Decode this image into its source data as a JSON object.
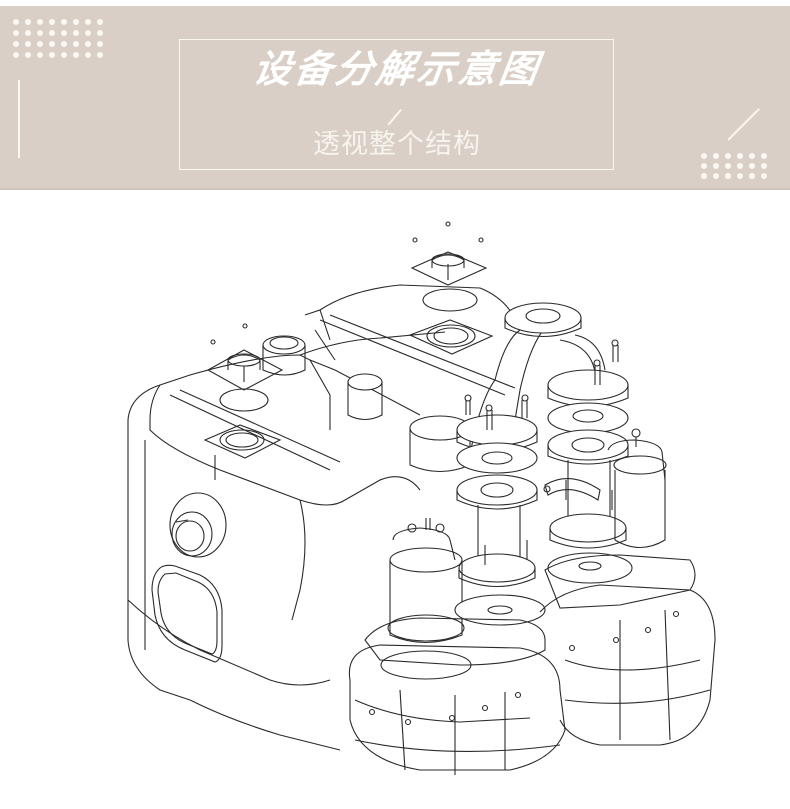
{
  "banner": {
    "title": "设备分解示意图",
    "subtitle": "透视整个结构",
    "background_color": "#d9cfc6",
    "accent_color": "#fbf7f2",
    "decor": {
      "top_left_dot_grid": {
        "columns": 8,
        "rows": 4
      },
      "bottom_right_dot_grid": {
        "columns": 6,
        "rows": 3
      }
    }
  },
  "illustration": {
    "description": "Exploded isometric line drawing of a twin-pump sewage lifting station",
    "parts": [
      "tank-body",
      "inspection-cover",
      "side-inlet",
      "flange-gaskets",
      "discharge-pipes",
      "submersible-pumps",
      "pump-bases",
      "bolts",
      "vent-caps"
    ]
  }
}
